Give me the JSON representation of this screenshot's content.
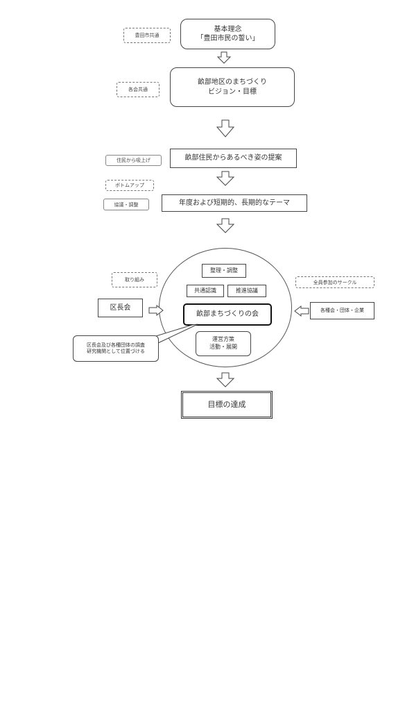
{
  "diagram": {
    "basic_principle": "基本理念\n「豊田市民の誓い」",
    "city_common": "豊田市共通",
    "district_vision": "畝部地区のまちづくり\nビジョン・目標",
    "all_associations_common": "各会共通",
    "resident_proposal": "畝部住民からあるべき姿の提案",
    "resident_input": "住民から吸上げ",
    "bottom_up": "ボトムアップ",
    "deliberation_adjustment": "協議・調整",
    "annual_theme": "年度および短期的、長期的なテーマ",
    "initiatives": "取り組み",
    "organize_adjust": "整理・調整",
    "common_understanding": "共通認識",
    "promotion_consultation": "推進協議",
    "district_association": "区長会",
    "machizukuri_council": "畝部まちづくりの会",
    "all_member_circle": "全員参加のサークル",
    "various_groups": "各種会・団体・企業",
    "positioning_note": "区長会及び各種団体の調査\n研究機関として位置づける",
    "operating_policy": "運営方策\n活動・展開",
    "goal_achievement": "目標の達成"
  }
}
